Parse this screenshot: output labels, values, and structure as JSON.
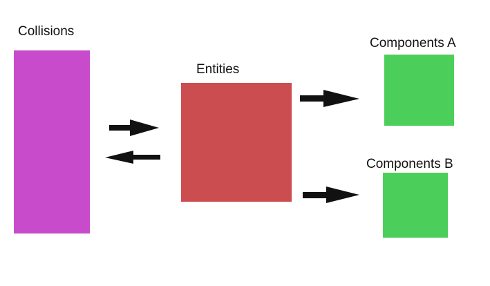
{
  "diagram": {
    "collisions": {
      "label": "Collisions",
      "color": "#c84bcb"
    },
    "entities": {
      "label": "Entities",
      "color": "#cc4d4f"
    },
    "components_a": {
      "label": "Components A",
      "color": "#4ccf5a"
    },
    "components_b": {
      "label": "Components B",
      "color": "#4ccf5a"
    },
    "arrow_color": "#111111"
  }
}
